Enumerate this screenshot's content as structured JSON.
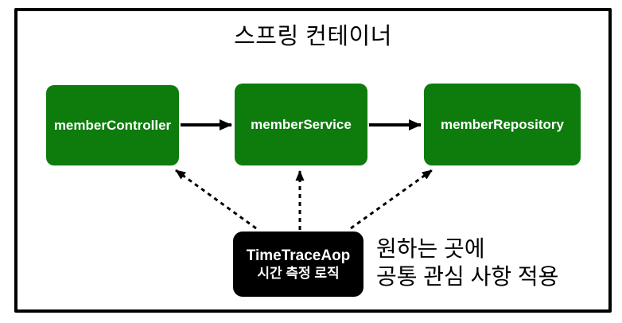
{
  "diagram": {
    "container_title": "스프링 컨테이너",
    "nodes": {
      "controller": {
        "label": "memberController"
      },
      "service": {
        "label": "memberService"
      },
      "repository": {
        "label": "memberRepository"
      }
    },
    "aop_box": {
      "title": "TimeTraceAop",
      "subtitle": "시간 측정 로직"
    },
    "annotation": {
      "line1": "원하는 곳에",
      "line2": "공통 관심 사항 적용"
    },
    "arrows": [
      {
        "from": "memberController",
        "to": "memberService",
        "style": "solid"
      },
      {
        "from": "memberService",
        "to": "memberRepository",
        "style": "solid"
      },
      {
        "from": "TimeTraceAop",
        "to": "memberController",
        "style": "dashed"
      },
      {
        "from": "TimeTraceAop",
        "to": "memberService",
        "style": "dashed"
      },
      {
        "from": "TimeTraceAop",
        "to": "memberRepository",
        "style": "dashed"
      }
    ],
    "colors": {
      "node_fill": "#0d7c0d",
      "node_text": "#ffffff",
      "aop_fill": "#000000",
      "aop_text": "#ffffff",
      "frame_border": "#000000",
      "annotation_text": "#000000",
      "background": "#ffffff"
    }
  }
}
